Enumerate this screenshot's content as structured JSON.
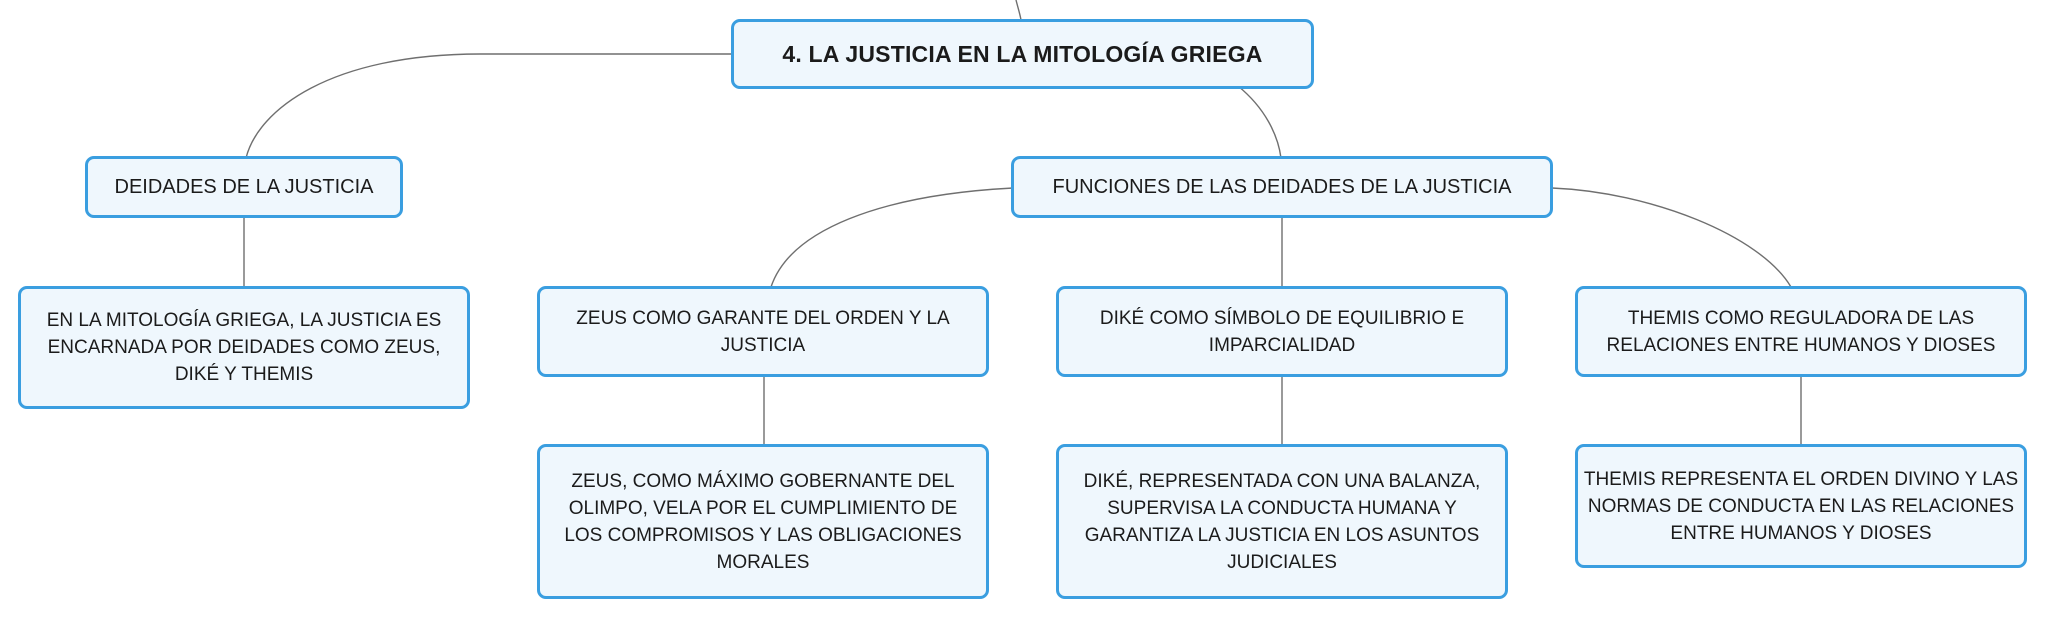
{
  "map": {
    "root": "4. LA JUSTICIA EN LA MITOLOGÍA GRIEGA",
    "deidades": {
      "title": "DEIDADES DE LA JUSTICIA",
      "detail": "EN LA MITOLOGÍA GRIEGA, LA JUSTICIA ES ENCARNADA POR DEIDADES COMO ZEUS, DIKÉ Y THEMIS"
    },
    "funciones": {
      "title": "FUNCIONES DE LAS DEIDADES DE LA JUSTICIA",
      "zeus": {
        "title": "ZEUS COMO GARANTE DEL ORDEN Y LA JUSTICIA",
        "detail": "ZEUS, COMO MÁXIMO GOBERNANTE DEL OLIMPO, VELA POR EL CUMPLIMIENTO DE LOS COMPROMISOS Y LAS OBLIGACIONES MORALES"
      },
      "dike": {
        "title": "DIKÉ COMO SÍMBOLO DE EQUILIBRIO E IMPARCIALIDAD",
        "detail": "DIKÉ, REPRESENTADA CON UNA BALANZA, SUPERVISA LA CONDUCTA HUMANA Y GARANTIZA LA JUSTICIA EN LOS ASUNTOS JUDICIALES"
      },
      "themis": {
        "title": "THEMIS COMO REGULADORA DE LAS RELACIONES ENTRE HUMANOS Y DIOSES",
        "detail": "THEMIS REPRESENTA EL ORDEN DIVINO Y LAS NORMAS DE CONDUCTA EN LAS RELACIONES ENTRE HUMANOS Y DIOSES"
      }
    }
  }
}
